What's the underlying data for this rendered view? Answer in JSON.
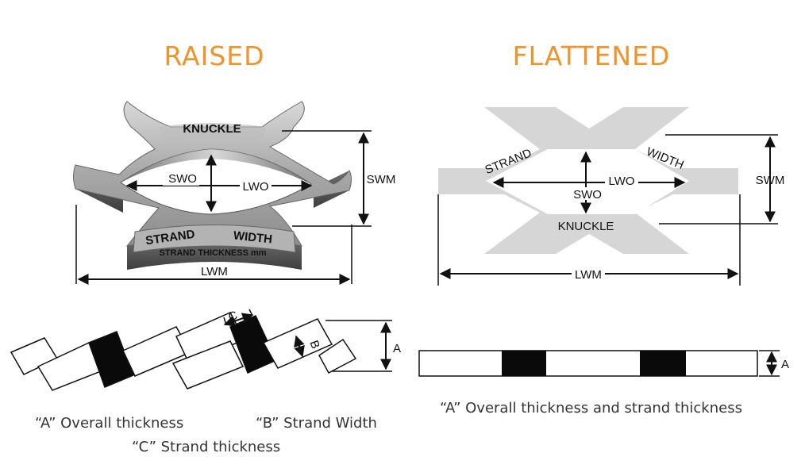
{
  "titles": {
    "raised": "RAISED",
    "flattened": "FLATTENED"
  },
  "raised": {
    "knuckle": "KNUCKLE",
    "swo": "SWO",
    "lwo": "LWO",
    "swm": "SWM",
    "lwm": "LWM",
    "strand": "STRAND",
    "width": "WIDTH",
    "strand_thickness": "STRAND THICKNESS mm"
  },
  "flattened": {
    "strand": "STRAND",
    "width": "WIDTH",
    "lwo": "LWO",
    "swo": "SWO",
    "knuckle": "KNUCKLE",
    "swm": "SWM",
    "lwm": "LWM"
  },
  "section_raised": {
    "label_a": "A",
    "label_b": "B",
    "label_c": "C",
    "caption_a": "“A” Overall thickness",
    "caption_b": "“B” Strand Width",
    "caption_c": "“C” Strand thickness"
  },
  "section_flat": {
    "label_a": "A",
    "caption": "“A” Overall thickness and strand thickness"
  },
  "colors": {
    "title": "#f0932b",
    "metal": "#a9a9a9",
    "flat_fill": "#d6d6d6"
  }
}
